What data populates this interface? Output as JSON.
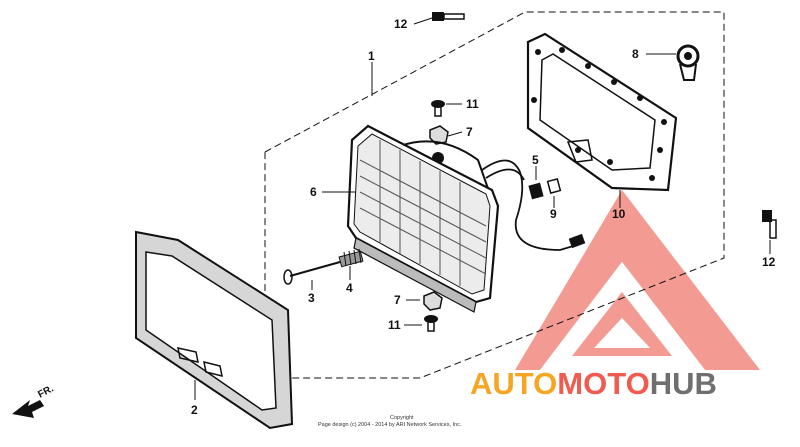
{
  "callouts": {
    "c1": "1",
    "c2": "2",
    "c3": "3",
    "c4": "4",
    "c5": "5",
    "c6": "6",
    "c7a": "7",
    "c7b": "7",
    "c8": "8",
    "c9": "9",
    "c10": "10",
    "c11a": "11",
    "c11b": "11",
    "c12a": "12",
    "c12b": "12"
  },
  "direction_label": "FR.",
  "copyright": {
    "line1": "Copyright",
    "line2": "Page design (c) 2004 - 2014 by ARI Network Services, Inc."
  },
  "watermark": {
    "part1": "AUTO",
    "part2": "MOTO",
    "part3": "HUB",
    "colors": {
      "orange": "#f6a623",
      "red": "#f05a4f",
      "gray": "#6f6f6f",
      "logo": "#f28a80"
    }
  }
}
